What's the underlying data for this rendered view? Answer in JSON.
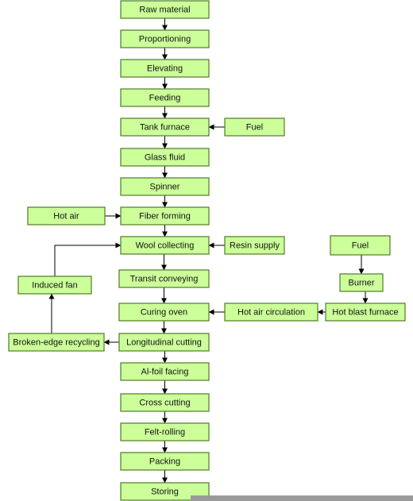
{
  "diagram": {
    "type": "flowchart",
    "colors": {
      "node_fill": "#ccff99",
      "node_border": "#4f7a28",
      "arrow": "#000000"
    },
    "nodes": [
      {
        "id": "raw-material",
        "label": "Raw material"
      },
      {
        "id": "proportioning",
        "label": "Proportioning"
      },
      {
        "id": "elevating",
        "label": "Elevating"
      },
      {
        "id": "feeding",
        "label": "Feeding"
      },
      {
        "id": "tank-furnace",
        "label": "Tank furnace"
      },
      {
        "id": "fuel-1",
        "label": "Fuel"
      },
      {
        "id": "glass-fluid",
        "label": "Glass fluid"
      },
      {
        "id": "spinner",
        "label": "Spinner"
      },
      {
        "id": "hot-air",
        "label": "Hot air"
      },
      {
        "id": "fiber-forming",
        "label": "Fiber forming"
      },
      {
        "id": "wool-collecting",
        "label": "Wool collecting"
      },
      {
        "id": "resin-supply",
        "label": "Resin supply"
      },
      {
        "id": "fuel-2",
        "label": "Fuel"
      },
      {
        "id": "induced-fan",
        "label": "Induced fan"
      },
      {
        "id": "transit-conveying",
        "label": "Transit conveying"
      },
      {
        "id": "burner",
        "label": "Burner"
      },
      {
        "id": "curing-oven",
        "label": "Curing oven"
      },
      {
        "id": "hot-air-circulation",
        "label": "Hot air circulation"
      },
      {
        "id": "hot-blast-furnace",
        "label": "Hot blast furnace"
      },
      {
        "id": "broken-edge-recycling",
        "label": "Broken-edge recycling"
      },
      {
        "id": "longitudinal-cutting",
        "label": "Longitudinal cutting"
      },
      {
        "id": "al-foil-facing",
        "label": "Al-foil facing"
      },
      {
        "id": "cross-cutting",
        "label": "Cross cutting"
      },
      {
        "id": "felt-rolling",
        "label": "Felt-rolling"
      },
      {
        "id": "packing",
        "label": "Packing"
      },
      {
        "id": "storing",
        "label": "Storing"
      }
    ],
    "edges": [
      {
        "from": "raw-material",
        "to": "proportioning"
      },
      {
        "from": "proportioning",
        "to": "elevating"
      },
      {
        "from": "elevating",
        "to": "feeding"
      },
      {
        "from": "feeding",
        "to": "tank-furnace"
      },
      {
        "from": "fuel-1",
        "to": "tank-furnace"
      },
      {
        "from": "tank-furnace",
        "to": "glass-fluid"
      },
      {
        "from": "glass-fluid",
        "to": "spinner"
      },
      {
        "from": "spinner",
        "to": "fiber-forming"
      },
      {
        "from": "hot-air",
        "to": "fiber-forming"
      },
      {
        "from": "fiber-forming",
        "to": "wool-collecting"
      },
      {
        "from": "resin-supply",
        "to": "wool-collecting"
      },
      {
        "from": "induced-fan",
        "to": "wool-collecting"
      },
      {
        "from": "wool-collecting",
        "to": "transit-conveying"
      },
      {
        "from": "transit-conveying",
        "to": "curing-oven"
      },
      {
        "from": "fuel-2",
        "to": "burner"
      },
      {
        "from": "burner",
        "to": "hot-blast-furnace"
      },
      {
        "from": "hot-blast-furnace",
        "to": "hot-air-circulation"
      },
      {
        "from": "hot-air-circulation",
        "to": "curing-oven"
      },
      {
        "from": "curing-oven",
        "to": "longitudinal-cutting"
      },
      {
        "from": "longitudinal-cutting",
        "to": "broken-edge-recycling"
      },
      {
        "from": "broken-edge-recycling",
        "to": "induced-fan"
      },
      {
        "from": "longitudinal-cutting",
        "to": "al-foil-facing"
      },
      {
        "from": "al-foil-facing",
        "to": "cross-cutting"
      },
      {
        "from": "cross-cutting",
        "to": "felt-rolling"
      },
      {
        "from": "felt-rolling",
        "to": "packing"
      },
      {
        "from": "packing",
        "to": "storing"
      }
    ]
  }
}
